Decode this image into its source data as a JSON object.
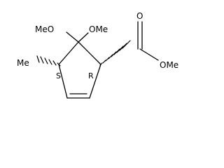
{
  "molecule": {
    "atoms": {
      "methoxy_left": "MeO",
      "methoxy_right": "OMe",
      "methyl": "Me",
      "carbonyl_oxygen": "O",
      "ester_methoxy": "OMe"
    },
    "stereo": {
      "left_center": "S",
      "right_center": "R"
    }
  },
  "colors": {
    "ink": "#000000",
    "background": "#ffffff"
  }
}
